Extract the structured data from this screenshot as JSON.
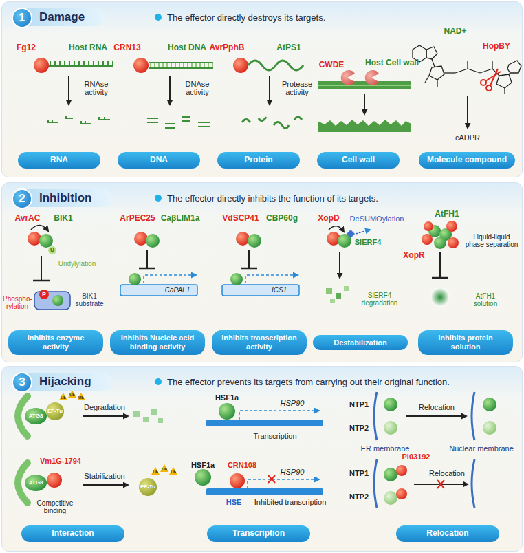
{
  "diagram": {
    "nodes": [
      {
        "text": [
          "Damage",
          "The effector directly destroys its targets."
        ]
      },
      {
        "text": [
          "1"
        ],
        "in": 0
      },
      {
        "text": [
          "RNA"
        ],
        "in": 0
      },
      {
        "text": [
          "DNA"
        ],
        "in": 0
      },
      {
        "text": [
          "Protein"
        ],
        "in": 0
      },
      {
        "text": [
          "Cell wall"
        ],
        "in": 0
      },
      {
        "text": [
          "Molecule compound"
        ],
        "in": 0
      },
      {
        "text": [
          "Inhibition",
          "The effector directly inhibits the function of its targets."
        ]
      },
      {
        "text": [
          "2"
        ],
        "in": 7
      },
      {
        "text": [
          "Inhibits enzyme activity"
        ],
        "in": 7
      },
      {
        "text": [
          "Inhibits Nucleic acid binding activity"
        ],
        "in": 7
      },
      {
        "text": [
          "Inhibits transcription activity"
        ],
        "in": 7
      },
      {
        "text": [
          "Destabilization"
        ],
        "in": 7
      },
      {
        "text": [
          "Inhibits protein solution"
        ],
        "in": 7
      },
      {
        "text": [
          "Hijacking",
          "The effector prevents its targets from carrying out their original function."
        ]
      },
      {
        "text": [
          "3"
        ],
        "in": 14
      },
      {
        "text": [
          "Interaction"
        ],
        "in": 14
      },
      {
        "text": [
          "Transcription"
        ],
        "in": 14
      },
      {
        "text": [
          "Relocation"
        ],
        "in": 14
      }
    ],
    "labels": [
      "Fg12",
      "Host RNA",
      "RNAse activity",
      "CRN13",
      "Host DNA",
      "DNAse activity",
      "AvrPphB",
      "AtPS1",
      "Protease activity",
      "CWDE",
      "Host Cell wall",
      "NAD+",
      "HopBY",
      "cADPR",
      "AvrAC",
      "BIK1",
      "U",
      "Uridylylation",
      "P",
      "Phospho- rylation",
      "BIK1 substrate",
      "ArPEC25",
      "CaβLIM1a",
      "CaPAL1",
      "VdSCP41",
      "CBP60g",
      "ICS1",
      "XopD",
      "DeSUMOylation",
      "SlERF4",
      "SlERF4 degradation",
      "AtFH1",
      "XopR",
      "Liquid-liquid phase separation",
      "AtFH1 solution",
      "ATG8",
      "EF-Tu",
      "Ub",
      "Ub",
      "Ub",
      "Degradation",
      "Vm1G-1794",
      "ATG8",
      "Competitive binding",
      "Stabilization",
      "EF-Tu",
      "Ub",
      "Ub",
      "Ub",
      "HSF1a",
      "HSP90",
      "Transcription",
      "HSF1a",
      "CRN108",
      "HSP90",
      "HSE",
      "Inhibited transcription",
      "NTP1",
      "NTP2",
      "Relocation",
      "ER membrane",
      "Nuclear membrane",
      "NTP1",
      "Pi03192",
      "NTP2",
      "Relocation"
    ]
  }
}
